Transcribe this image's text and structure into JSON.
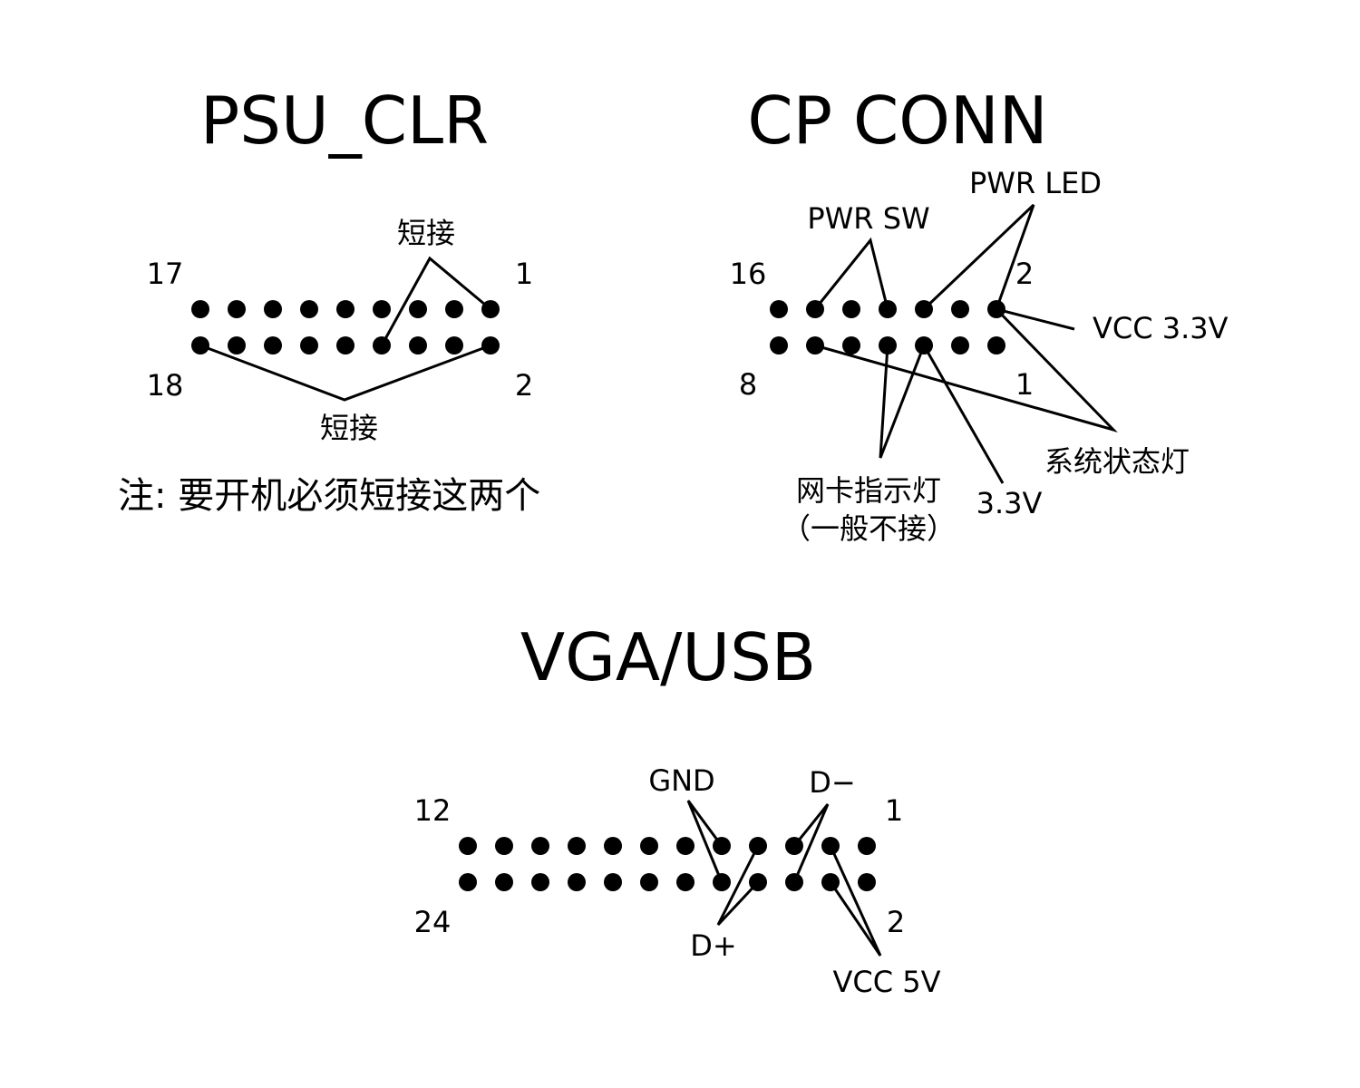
{
  "colors": {
    "ink": "#000000",
    "background": "#ffffff"
  },
  "connectors": [
    {
      "id": "psu-clr",
      "title": "PSU_CLR",
      "cols": 9,
      "pin_numbers": {
        "top_left": "17",
        "top_right": "1",
        "bottom_left": "18",
        "bottom_right": "2"
      },
      "annotations": [
        {
          "label": "短接",
          "pins": [
            {
              "row": 0,
              "col": 8
            },
            {
              "row": 1,
              "col": 5
            }
          ]
        },
        {
          "label": "短接",
          "pins": [
            {
              "row": 1,
              "col": 0
            },
            {
              "row": 1,
              "col": 8
            }
          ]
        }
      ],
      "note": "注: 要开机必须短接这两个"
    },
    {
      "id": "cp-conn",
      "title": "CP CONN",
      "cols": 7,
      "pin_numbers": {
        "top_left": "16",
        "top_right": "2",
        "bottom_left": "8",
        "bottom_right": "1"
      },
      "annotations": [
        {
          "label": "PWR SW",
          "pins": [
            {
              "row": 0,
              "col": 1
            },
            {
              "row": 0,
              "col": 3
            }
          ]
        },
        {
          "label": "PWR LED",
          "pins": [
            {
              "row": 0,
              "col": 4
            },
            {
              "row": 0,
              "col": 6
            }
          ]
        },
        {
          "label": "VCC 3.3V",
          "pins": [
            {
              "row": 0,
              "col": 6
            }
          ]
        },
        {
          "label": "系统状态灯",
          "pins": [
            {
              "row": 0,
              "col": 6
            },
            {
              "row": 1,
              "col": 1
            }
          ]
        },
        {
          "label": "网卡指示灯",
          "sublabel": "（一般不接）",
          "pins": [
            {
              "row": 1,
              "col": 3
            },
            {
              "row": 1,
              "col": 4
            }
          ]
        },
        {
          "label": "3.3V",
          "pins": [
            {
              "row": 1,
              "col": 4
            }
          ]
        }
      ]
    },
    {
      "id": "vga-usb",
      "title": "VGA/USB",
      "cols": 12,
      "pin_numbers": {
        "top_left": "12",
        "top_right": "1",
        "bottom_left": "24",
        "bottom_right": "2"
      },
      "annotations": [
        {
          "label": "GND",
          "pins": [
            {
              "row": 0,
              "col": 7
            },
            {
              "row": 1,
              "col": 7
            }
          ]
        },
        {
          "label": "D−",
          "pins": [
            {
              "row": 0,
              "col": 9
            },
            {
              "row": 1,
              "col": 9
            }
          ]
        },
        {
          "label": "D+",
          "pins": [
            {
              "row": 0,
              "col": 8
            },
            {
              "row": 1,
              "col": 8
            }
          ]
        },
        {
          "label": "VCC 5V",
          "pins": [
            {
              "row": 0,
              "col": 10
            },
            {
              "row": 1,
              "col": 10
            }
          ]
        }
      ]
    }
  ]
}
